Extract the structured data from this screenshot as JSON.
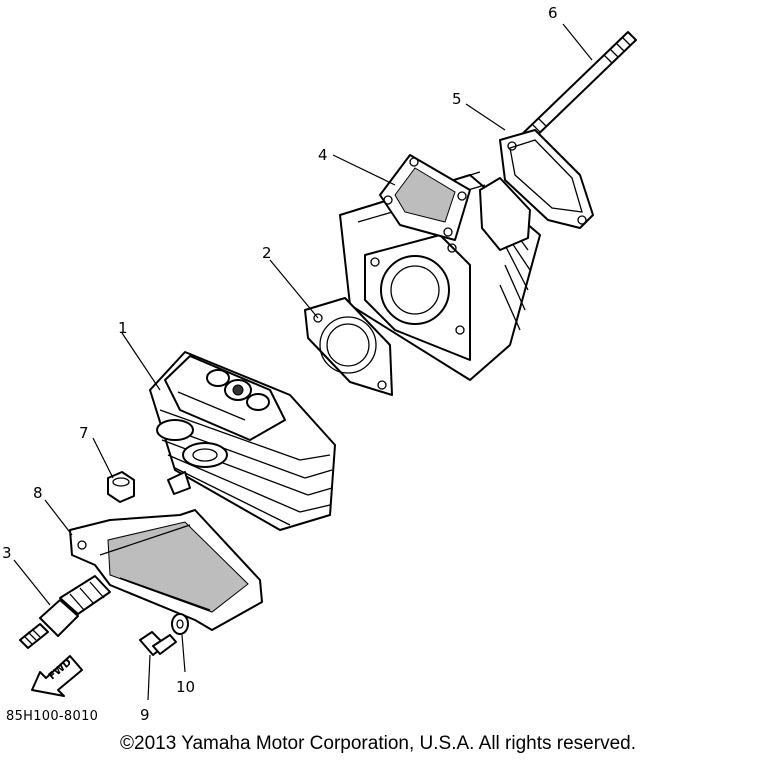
{
  "callouts": {
    "c1": "1",
    "c2": "2",
    "c3": "3",
    "c4": "4",
    "c5": "5",
    "c6": "6",
    "c7": "7",
    "c8": "8",
    "c9": "9",
    "c10": "10"
  },
  "fwd_arrow_label": "FWD",
  "part_number": "85H100-8010",
  "copyright": "©2013 Yamaha Motor Corporation, U.S.A. All rights reserved."
}
